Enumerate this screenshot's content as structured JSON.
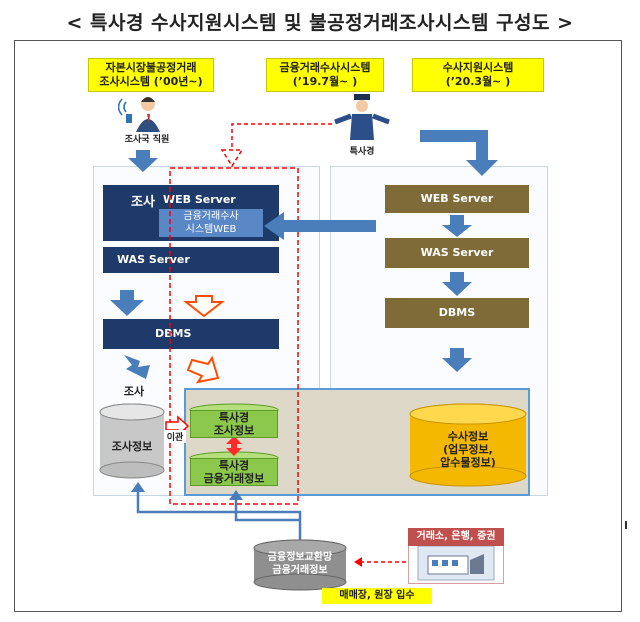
{
  "title": "< 특사경 수사지원시스템 및 불공정거래조사시스템 구성도 >",
  "left_header": {
    "line1": "자본시장불공정거래",
    "line2": "조사시스템 (’00년~)"
  },
  "middle_header": {
    "line1": "금융거래수사시스템",
    "line2": "(’19.7월~ )"
  },
  "right_header": {
    "line1": "수사지원시스템",
    "line2": "(’20.3월~ )"
  },
  "actor_left_label": "조사국 직원",
  "actor_middle_label": "특사경",
  "left_system": {
    "web_server_prefix": "조사",
    "web_server": "WEB Server",
    "inner_web": {
      "line1": "금융거래수사",
      "line2": "시스템WEB"
    },
    "was_server": "WAS Server",
    "dbms": "DBMS",
    "group_label": "조사",
    "db": "조사정보",
    "transfer_label": "이관"
  },
  "green_db_top": {
    "line1": "특사경",
    "line2": "조사정보"
  },
  "green_db_bottom": {
    "line1": "특사경",
    "line2": "금융거래정보"
  },
  "right_system": {
    "web_server": "WEB Server",
    "was_server": "WAS Server",
    "dbms": "DBMS",
    "db": {
      "line1": "수사정보",
      "line2": "(업무정보,",
      "line3": "압수물정보)"
    }
  },
  "exchange_db": {
    "line1": "금융정보교환망",
    "line2": "금융거래정보"
  },
  "institution": {
    "title": "거래소, 은행, 증권"
  },
  "bottom_label": "매매장, 원장 입수",
  "colors": {
    "navy": "#1d3a6a",
    "olive": "#7f6b37",
    "arrow": "#4a7ebb",
    "green": "#8cc84b",
    "gold": "#f5b800",
    "dash_red": "#ff0000"
  }
}
